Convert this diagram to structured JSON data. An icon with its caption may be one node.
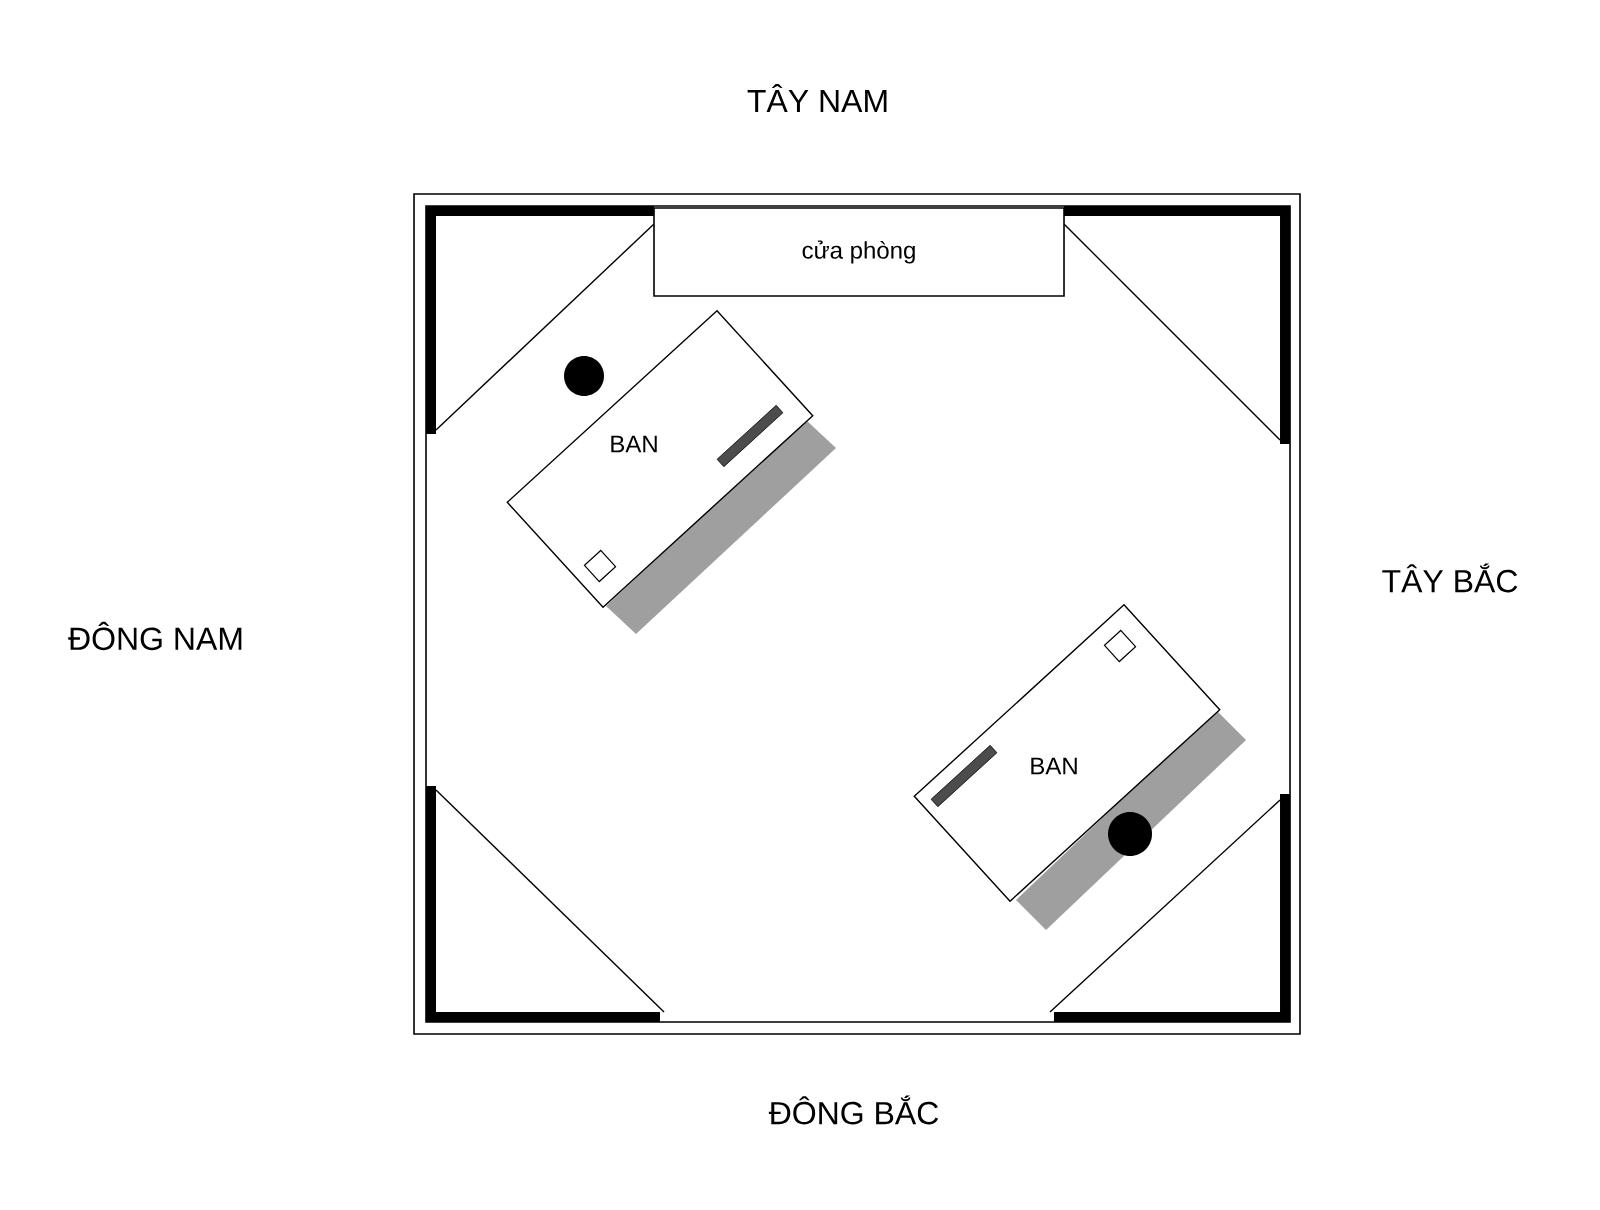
{
  "diagram": {
    "nodes": [
      {
        "text": [
          "cửa phòng"
        ]
      },
      {
        "text": [
          "BAN"
        ]
      },
      {
        "text": [
          "BAN"
        ]
      }
    ],
    "labels": [
      "TÂY NAM",
      "ĐÔNG NAM",
      "TÂY BẮC",
      "ĐÔNG BẮC"
    ]
  }
}
